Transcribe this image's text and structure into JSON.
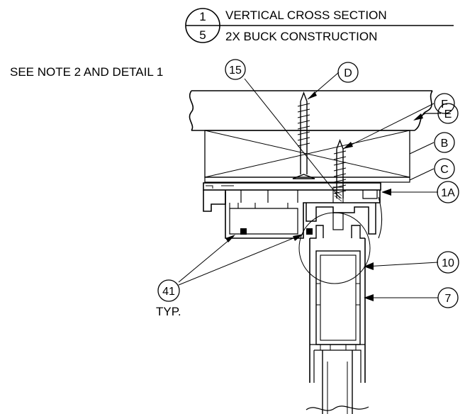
{
  "title_block": {
    "detail_number": "1",
    "sheet_number": "5",
    "title_line1": "VERTICAL CROSS SECTION",
    "title_line2": "2X BUCK CONSTRUCTION"
  },
  "note_reference": "SEE NOTE 2 AND DETAIL 1",
  "callouts": {
    "c15": "15",
    "cD": "D",
    "cF": "F",
    "cE": "E",
    "cB": "B",
    "cC": "C",
    "c1A": "1A",
    "c10": "10",
    "c7": "7",
    "c41": "41"
  },
  "typ_label": "TYP."
}
